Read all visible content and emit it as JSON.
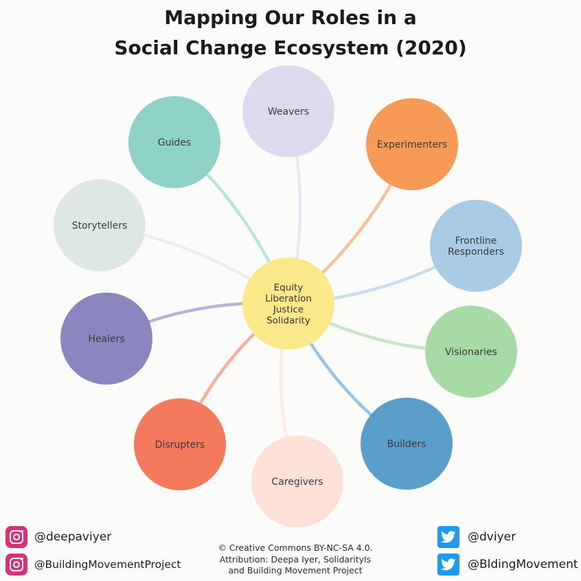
{
  "title": {
    "line1": "Mapping Our Roles in a",
    "line2": "Social Change Ecosystem (2020)"
  },
  "center": {
    "values": [
      "Equity",
      "Liberation",
      "Justice",
      "Solidarity"
    ],
    "color": "#fbe98a"
  },
  "roles": [
    {
      "key": "weavers",
      "lines": [
        "Weavers"
      ],
      "color": "#dcdbed",
      "text_color": "#3a3a3a"
    },
    {
      "key": "experimenters",
      "lines": [
        "Experimenters"
      ],
      "color": "#f69a55",
      "text_color": "#3a3a3a"
    },
    {
      "key": "frontline-responders",
      "lines": [
        "Frontline",
        "Responders"
      ],
      "color": "#a9cbe6",
      "text_color": "#3a3a3a"
    },
    {
      "key": "visionaries",
      "lines": [
        "Visionaries"
      ],
      "color": "#a7dba6",
      "text_color": "#3a3a3a"
    },
    {
      "key": "builders",
      "lines": [
        "Builders"
      ],
      "color": "#5a9fcc",
      "text_color": "#2a2a2a"
    },
    {
      "key": "caregivers",
      "lines": [
        "Caregivers"
      ],
      "color": "#fde1d6",
      "text_color": "#3a3a3a"
    },
    {
      "key": "disrupters",
      "lines": [
        "Disrupters"
      ],
      "color": "#f57a5d",
      "text_color": "#2a2a2a"
    },
    {
      "key": "healers",
      "lines": [
        "Healers"
      ],
      "color": "#8b86bf",
      "text_color": "#2a2a2a"
    },
    {
      "key": "storytellers",
      "lines": [
        "Storytellers"
      ],
      "color": "#dde8e6",
      "text_color": "#3a3a3a"
    },
    {
      "key": "guides",
      "lines": [
        "Guides"
      ],
      "color": "#8fd3c6",
      "text_color": "#3a3a3a"
    }
  ],
  "footer": {
    "instagram": [
      "@deepaviyer",
      "@BuildingMovementProject"
    ],
    "twitter": [
      "@dviyer",
      "@BldingMovement"
    ],
    "attribution": [
      "© Creative Commons BY-NC-SA 4.0.",
      "Attribution: Deepa Iyer, SolidarityIs",
      "and Building Movement Project"
    ],
    "colors": {
      "instagram": "#d93175",
      "twitter": "#1d9bf0"
    }
  }
}
